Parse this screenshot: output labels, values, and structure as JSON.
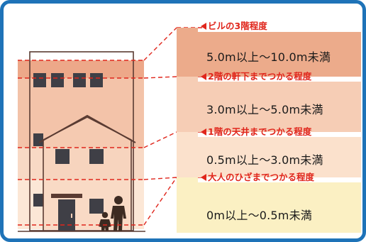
{
  "bands": [
    {
      "label": "5.0m以上～10.0m未満",
      "color": "#ecab8b"
    },
    {
      "label": "3.0m以上～5.0m未満",
      "color": "#f6cdb5"
    },
    {
      "label": "0.5m以上～3.0m未満",
      "color": "#fbe1cc"
    },
    {
      "label": "0m以上～0.5m未満",
      "color": "#fbf0c3"
    }
  ],
  "markers": [
    {
      "label": "ビルの3階程度"
    },
    {
      "label": "2階の軒下までつかる程度"
    },
    {
      "label": "1階の天井までつかる程度"
    },
    {
      "label": "大人のひざまでつかる程度"
    }
  ],
  "colors": {
    "frame_border": "#1e73b8",
    "flood_level_line": "#e0261c",
    "building_outline": "#5a3b32",
    "window": "#3f3f46",
    "figure": "#3d2b22"
  }
}
